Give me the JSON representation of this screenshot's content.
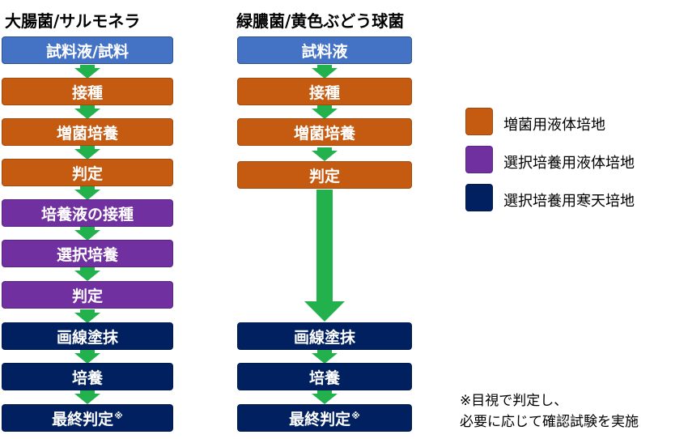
{
  "left": {
    "title": "大腸菌/サルモネラ",
    "steps": [
      "試料液/試料",
      "接種",
      "増菌培養",
      "判定",
      "培養液の接種",
      "選択培養",
      "判定",
      "画線塗抹",
      "培養",
      "最終判定"
    ],
    "final_mark": "※"
  },
  "right": {
    "title": "緑膿菌/黄色ぶどう球菌",
    "steps": [
      "試料液",
      "接種",
      "増菌培養",
      "判定",
      "画線塗抹",
      "培養",
      "最終判定"
    ],
    "final_mark": "※"
  },
  "legend": [
    {
      "label": "増菌用液体培地",
      "color": "#c55a11"
    },
    {
      "label": "選択培養用液体培地",
      "color": "#7030a0"
    },
    {
      "label": "選択培養用寒天培地",
      "color": "#002060"
    }
  ],
  "note": {
    "line1": "※目視で判定し、",
    "line2": "必要に応じて確認試験を実施"
  },
  "colors": {
    "sample": "#4472c4",
    "enrichment_liquid": "#c55a11",
    "selective_liquid": "#7030a0",
    "selective_agar": "#002060",
    "arrow": "#22b14c"
  }
}
